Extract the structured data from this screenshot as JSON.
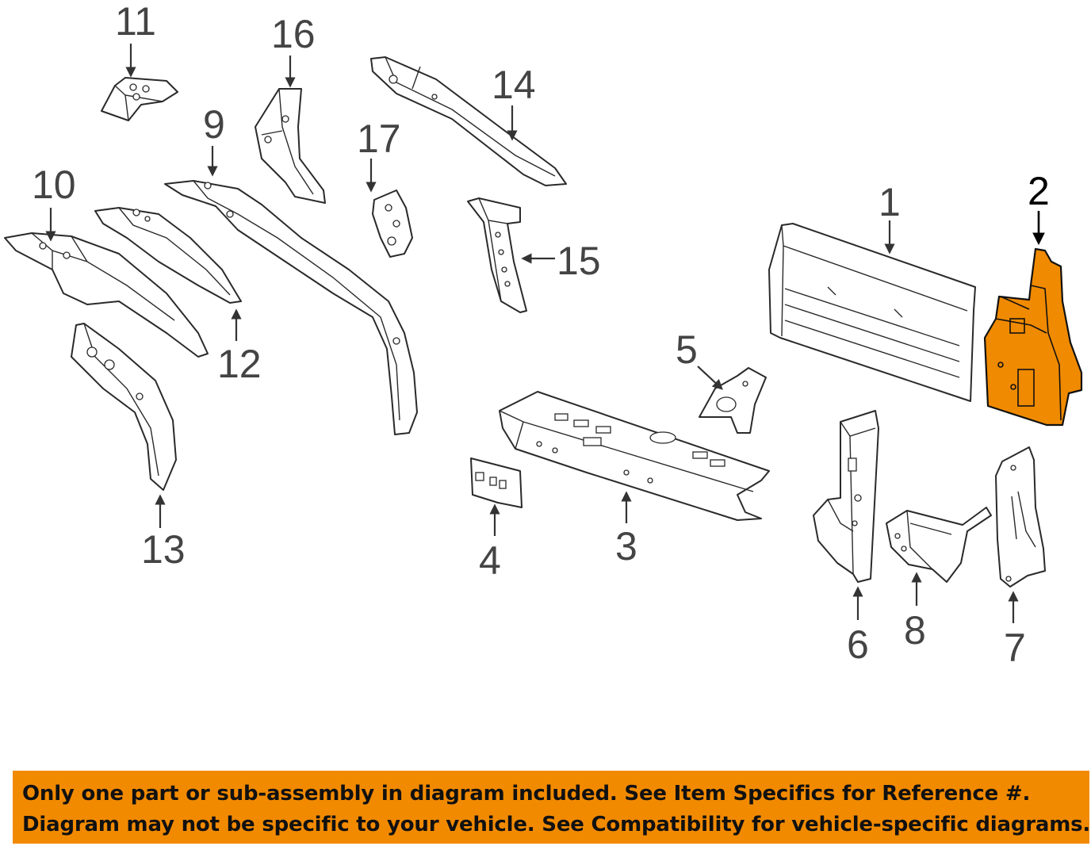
{
  "diagram": {
    "callouts": {
      "p1": "1",
      "p2": "2",
      "p3": "3",
      "p4": "4",
      "p5": "5",
      "p6": "6",
      "p7": "7",
      "p8": "8",
      "p9": "9",
      "p10": "10",
      "p11": "11",
      "p12": "12",
      "p13": "13",
      "p14": "14",
      "p15": "15",
      "p16": "16",
      "p17": "17"
    },
    "highlighted_part": "2",
    "highlight_color": "#f08a00"
  },
  "disclaimer": {
    "line1": "Only one part or sub-assembly in diagram included. See Item Specifics for Reference #.",
    "line2": "Diagram may not be specific to your vehicle. See Compatibility for vehicle-specific diagrams.",
    "background_color": "#f28a00"
  }
}
